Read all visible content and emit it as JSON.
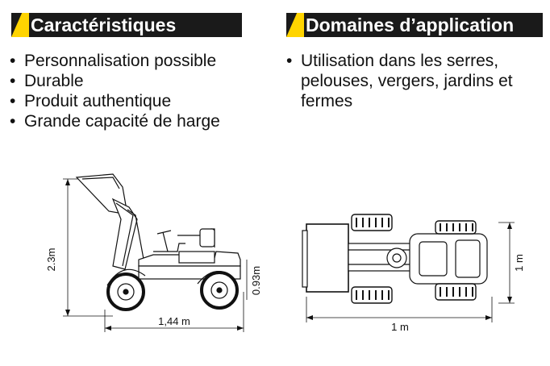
{
  "sections": {
    "features": {
      "title": "Caractéristiques",
      "items": [
        "Personnalisation possible",
        "Durable",
        "Produit authentique",
        "Grande capacité de harge"
      ]
    },
    "applications": {
      "title": "Domaines d’application",
      "items": [
        "Utilisation dans les serres, pelouses, vergers, jardins et fermes"
      ]
    }
  },
  "diagrams": {
    "side_view": {
      "height_label": "2.3m",
      "body_height_label": "0.93m",
      "length_label": "1,44 m"
    },
    "top_view": {
      "width_label": "1 m",
      "depth_label": "1 m"
    }
  },
  "colors": {
    "header_bg": "#1a1a1a",
    "header_accent": "#ffd400",
    "text": "#111111"
  }
}
